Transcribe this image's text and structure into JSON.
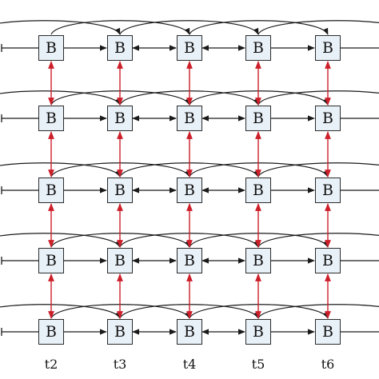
{
  "block_label": "B",
  "columns": [
    "t2",
    "t3",
    "t4",
    "t5",
    "t6"
  ],
  "row_count": 5,
  "colors": {
    "red_arrow": "#cc1f2a",
    "black_arrow": "#1a1a1a",
    "block_fill": "#e9f1f8"
  }
}
